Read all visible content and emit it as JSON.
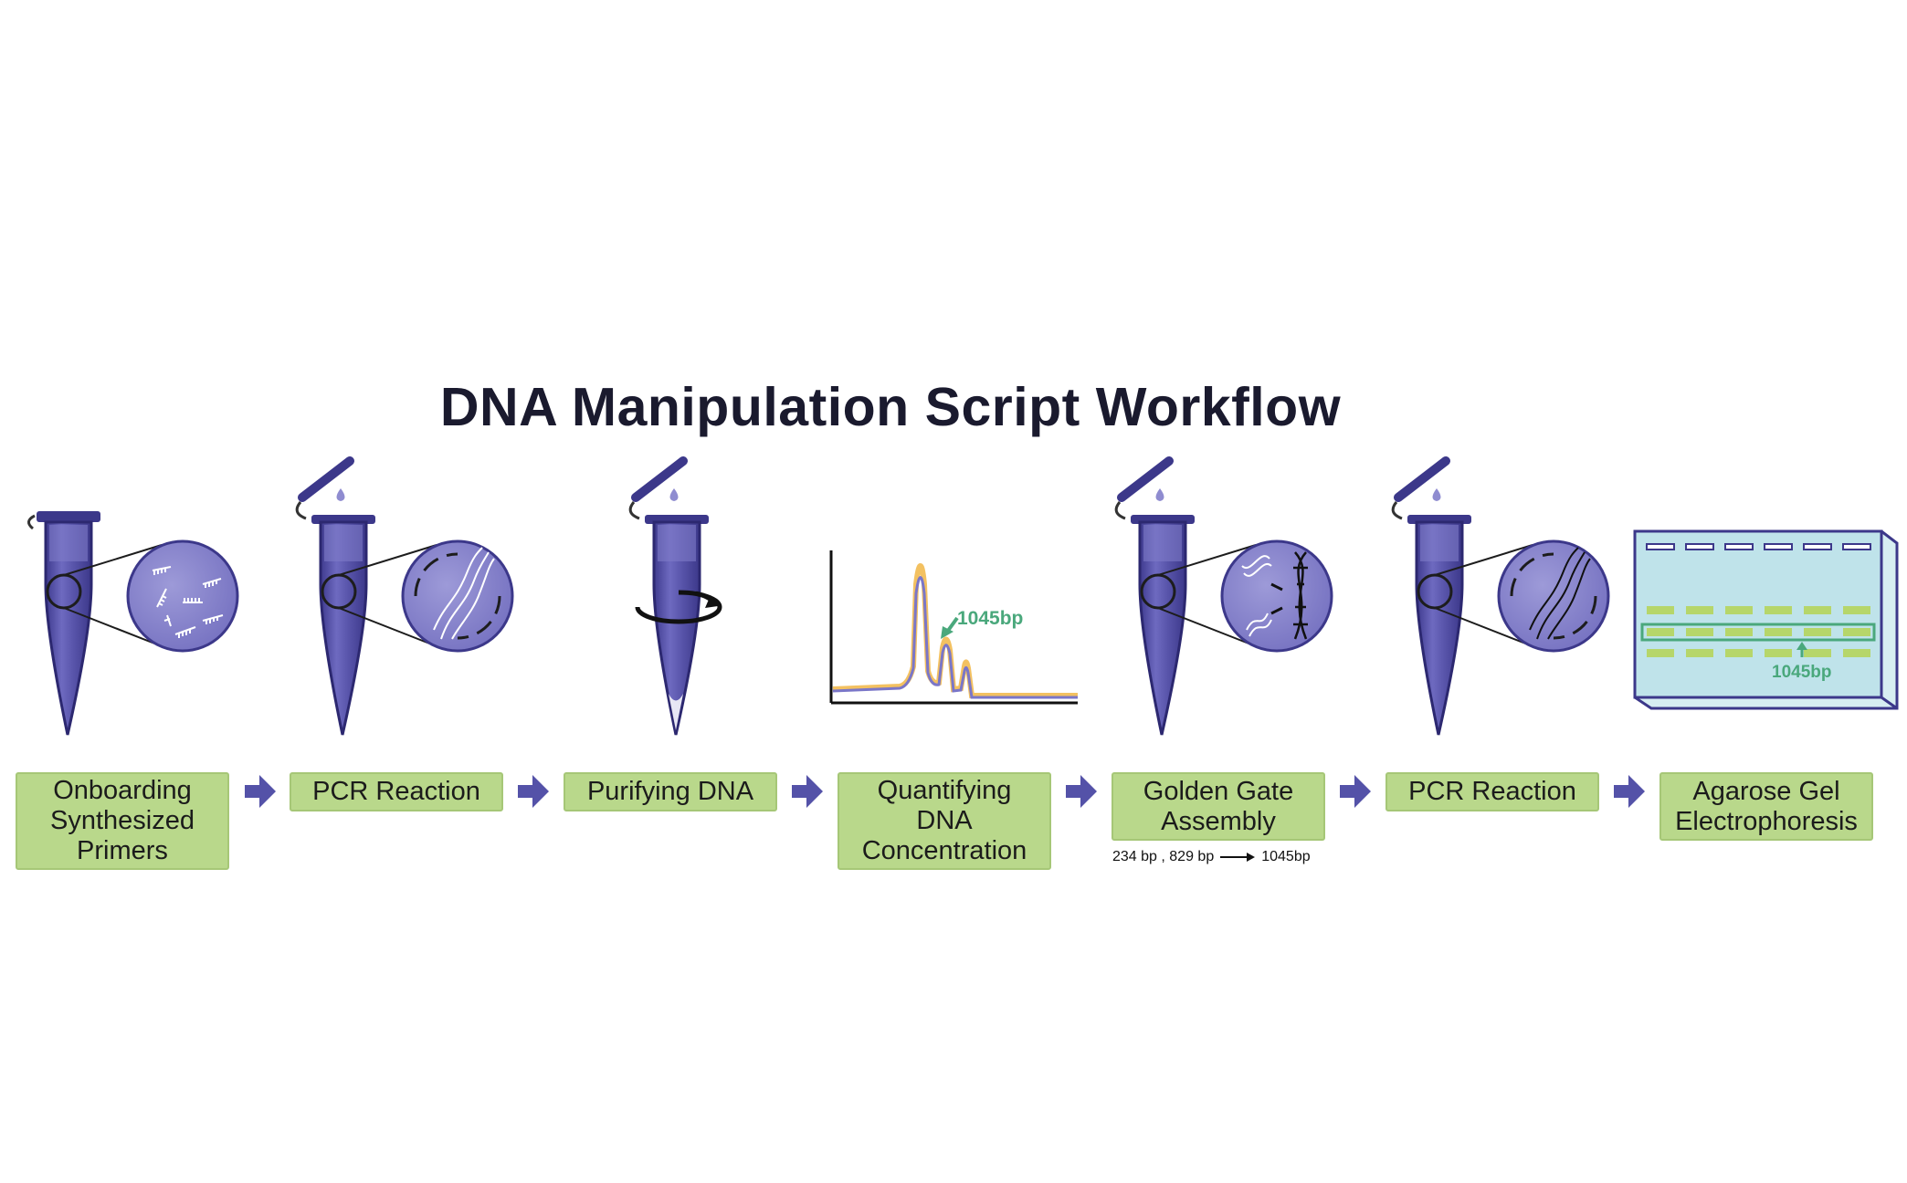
{
  "title": "DNA Manipulation Script Workflow",
  "colors": {
    "tube": "#5a56a8",
    "tube_light": "#8f8cd0",
    "box_fill": "#b9d88b",
    "arrow": "#5452a8",
    "accent_green": "#4aa87c",
    "gel_fill": "#bfe3ea",
    "gel_band": "#b6d66a"
  },
  "steps": [
    {
      "label": "Onboarding\nSynthesized\nPrimers",
      "icon": "tube-primers-icon"
    },
    {
      "label": "PCR Reaction",
      "icon": "tube-dna-cycle-icon"
    },
    {
      "label": "Purifying DNA",
      "icon": "tube-spin-icon"
    },
    {
      "label": "Quantifying\nDNA\nConcentration",
      "icon": "electropherogram-icon"
    },
    {
      "label": "Golden Gate\nAssembly",
      "icon": "tube-assembly-icon"
    },
    {
      "label": "PCR Reaction",
      "icon": "tube-dna-cycle-icon"
    },
    {
      "label": "Agarose Gel\nElectrophoresis",
      "icon": "gel-icon"
    }
  ],
  "annotation": {
    "fragments": "234 bp , 829 bp",
    "product": "1045bp"
  },
  "chart_label": "1045bp",
  "gel_label": "1045bp"
}
